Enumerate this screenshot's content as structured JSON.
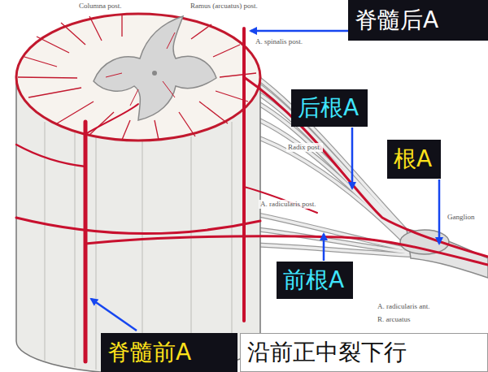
{
  "diagram": {
    "nodes": [
      {
        "text": [
          "脊髓后A"
        ]
      },
      {
        "text": [
          "后根A"
        ]
      },
      {
        "text": [
          "根A"
        ]
      },
      {
        "text": [
          "前根A"
        ]
      },
      {
        "text": [
          "脊髓前A"
        ]
      },
      {
        "text": [
          "沿前正中裂下行"
        ]
      }
    ],
    "labels": [
      "Columna post.",
      "Ramus (arcuatus) post.",
      "A. spinalis post.",
      "Radix post.",
      "A. radicularis post.",
      "Ganglion",
      "A. radicularis ant.",
      "R. arcuatus"
    ]
  }
}
